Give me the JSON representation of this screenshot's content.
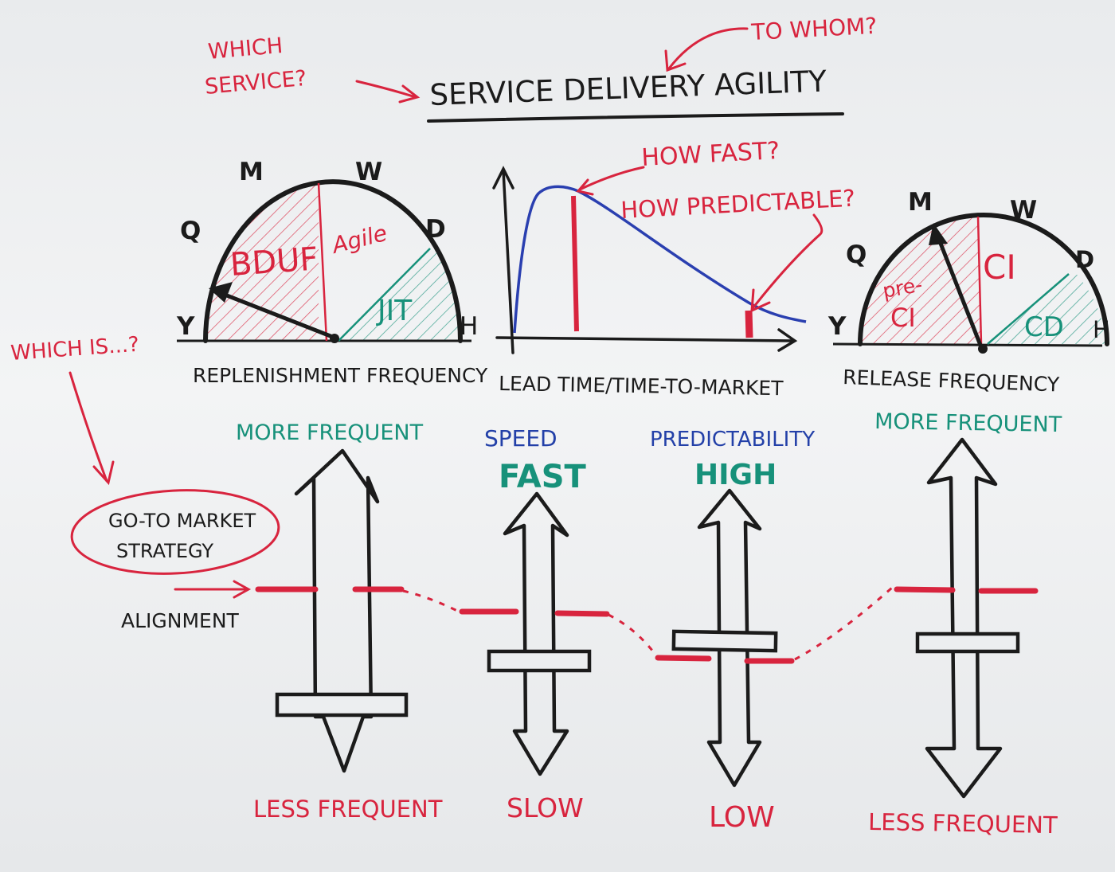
{
  "title": "SERVICE DELIVERY AGILITY",
  "questions": {
    "which_service": [
      "WHICH",
      "SERVICE?"
    ],
    "to_whom": "TO WHOM?",
    "how_fast": "HOW FAST?",
    "how_predictable": "HOW PREDICTABLE?",
    "which_is": "WHICH IS...?"
  },
  "replenishment_dial": {
    "caption": "REPLENISHMENT FREQUENCY",
    "ticks": {
      "Q": "Q",
      "M": "M",
      "W": "W",
      "D": "D",
      "Y": "Y",
      "H": "H"
    },
    "zones": {
      "left": "BDUF",
      "middle": "Agile",
      "right": "JIT"
    }
  },
  "lead_time_chart": {
    "caption": "LEAD TIME/TIME-TO-MARKET"
  },
  "release_dial": {
    "caption": "RELEASE FREQUENCY",
    "ticks": {
      "Q": "Q",
      "M": "M",
      "W": "W",
      "D": "D",
      "Y": "Y",
      "H": "H"
    },
    "zones": {
      "left_line1": "pre-",
      "left_line2": "CI",
      "middle": "CI",
      "right": "CD"
    }
  },
  "strategy": {
    "bubble_line1": "GO-TO MARKET",
    "bubble_line2": "STRATEGY",
    "alignment": "ALIGNMENT"
  },
  "scales": [
    {
      "top": "MORE FREQUENT",
      "bottom": "LESS FREQUENT"
    },
    {
      "top_heading": "SPEED",
      "top": "FAST",
      "bottom": "SLOW"
    },
    {
      "top_heading": "PREDICTABILITY",
      "top": "HIGH",
      "bottom": "LOW"
    },
    {
      "top": "MORE FREQUENT",
      "bottom": "LESS FREQUENT"
    }
  ],
  "colors": {
    "black_marker": "#1b1b1b",
    "red_marker": "#d8243e",
    "green_marker": "#17917a",
    "blue_marker": "#2340a8"
  }
}
